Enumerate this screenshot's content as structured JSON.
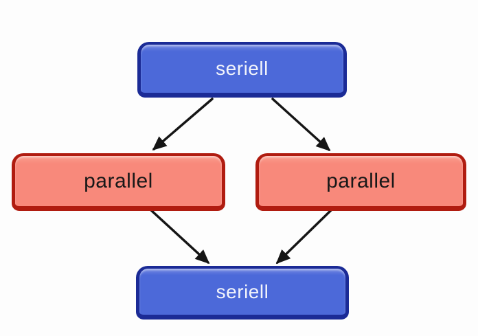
{
  "diagram": {
    "description": "Flow diagram of serial and parallel stages forming a diamond",
    "nodes": [
      {
        "id": "seriell-top",
        "label": "seriell",
        "type": "serial"
      },
      {
        "id": "parallel-left",
        "label": "parallel",
        "type": "parallel"
      },
      {
        "id": "parallel-right",
        "label": "parallel",
        "type": "parallel"
      },
      {
        "id": "seriell-bottom",
        "label": "seriell",
        "type": "serial"
      }
    ],
    "edges": [
      {
        "from": "seriell-top",
        "to": "parallel-left"
      },
      {
        "from": "seriell-top",
        "to": "parallel-right"
      },
      {
        "from": "parallel-left",
        "to": "seriell-bottom"
      },
      {
        "from": "parallel-right",
        "to": "seriell-bottom"
      }
    ],
    "colors": {
      "serial_fill": "#4c69d9",
      "serial_border": "#1b2b96",
      "serial_text": "#f2f4fb",
      "parallel_fill": "#f8897b",
      "parallel_border": "#b01c10",
      "parallel_text": "#181818",
      "arrow": "#151515",
      "background": "#fdfdfd"
    }
  }
}
